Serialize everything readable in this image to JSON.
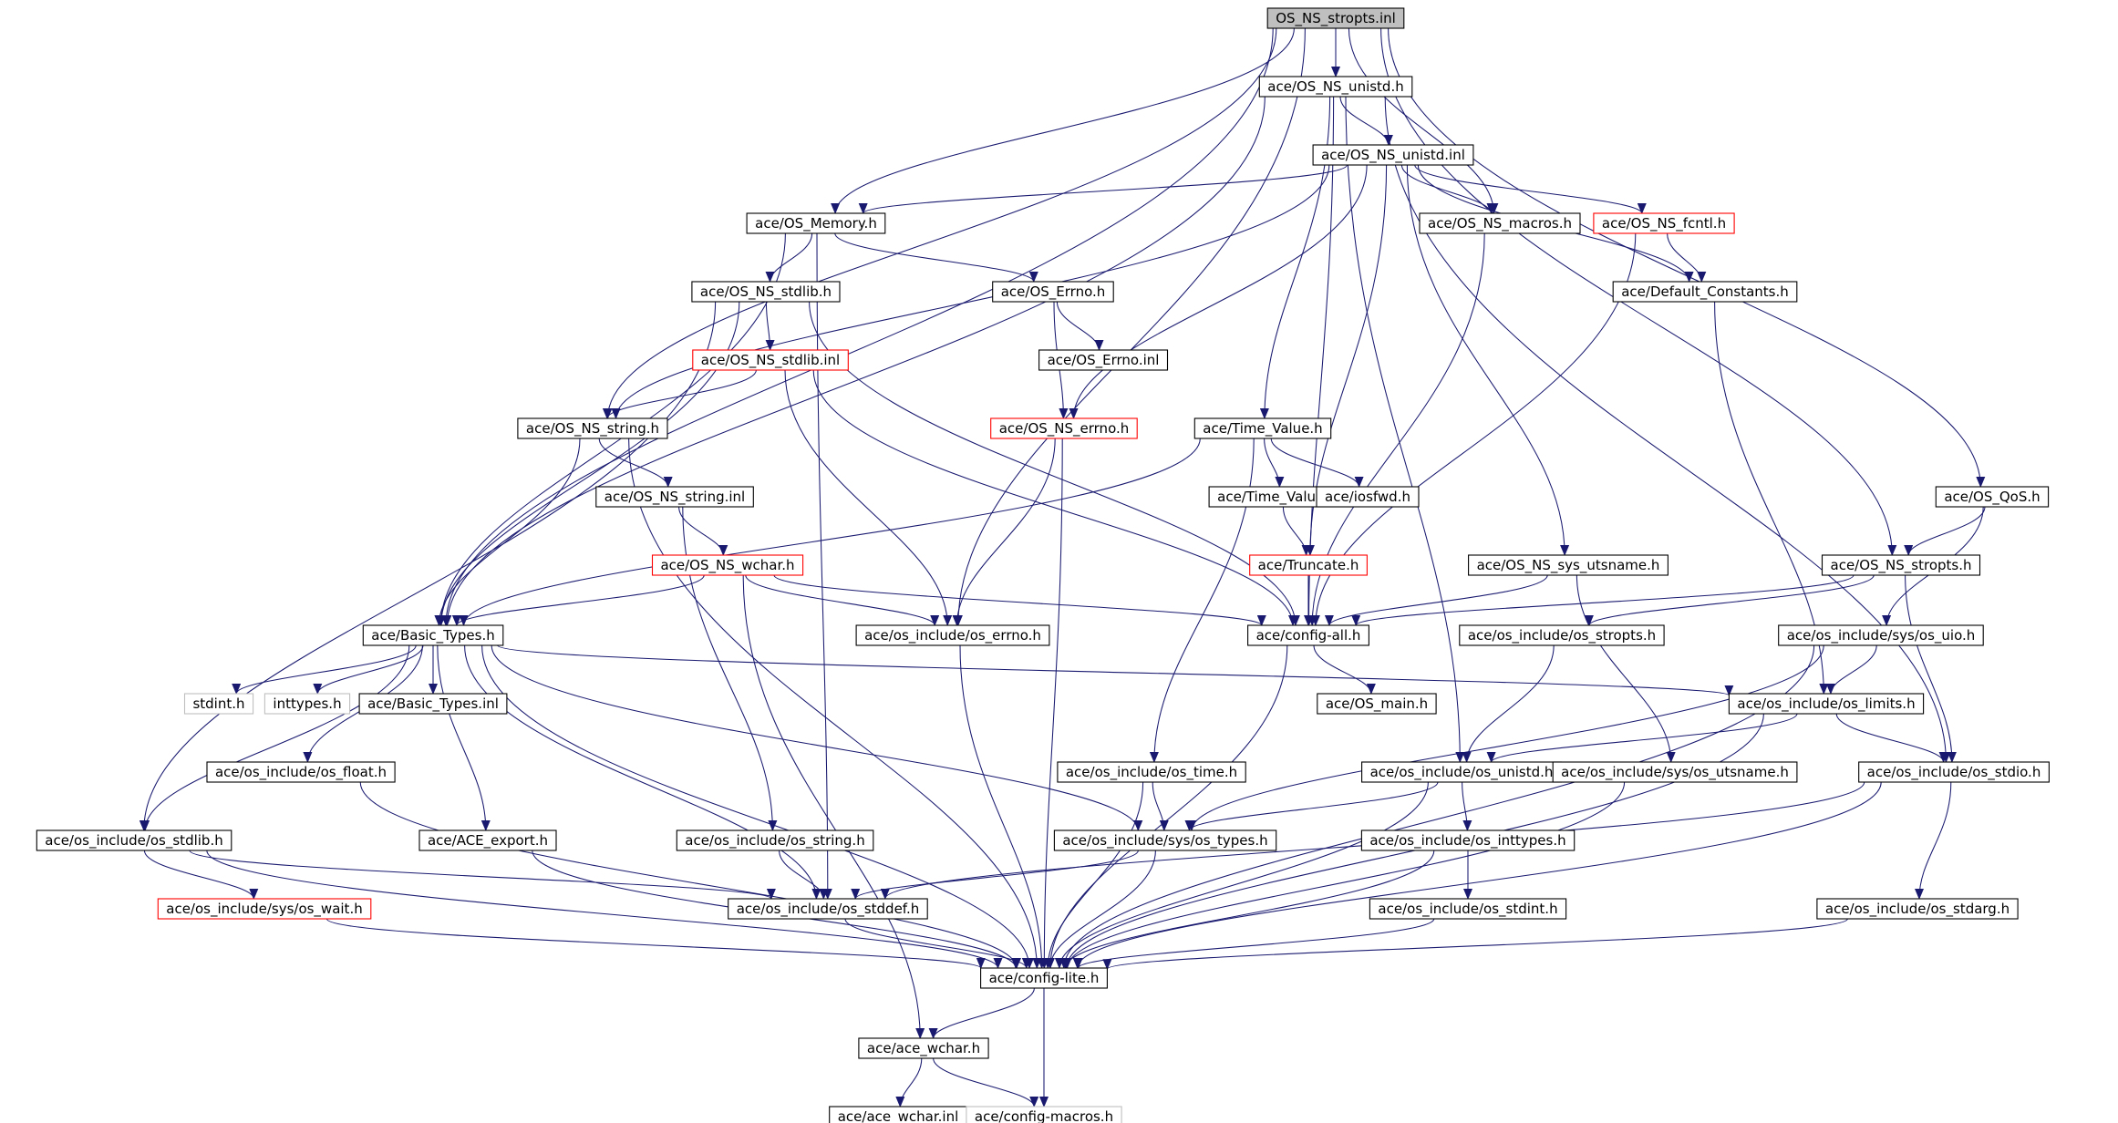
{
  "diagram": {
    "edge_color": "#191970",
    "root_fill": "#bfbfbf",
    "nodes": [
      {
        "id": "root",
        "label": "OS_NS_stropts.inl",
        "style": "root"
      },
      {
        "id": "unistd_h",
        "label": "ace/OS_NS_unistd.h",
        "style": "normal"
      },
      {
        "id": "unistd_inl",
        "label": "ace/OS_NS_unistd.inl",
        "style": "normal"
      },
      {
        "id": "memory",
        "label": "ace/OS_Memory.h",
        "style": "normal"
      },
      {
        "id": "macros",
        "label": "ace/OS_NS_macros.h",
        "style": "normal"
      },
      {
        "id": "fcntl",
        "label": "ace/OS_NS_fcntl.h",
        "style": "red"
      },
      {
        "id": "stdlib_h",
        "label": "ace/OS_NS_stdlib.h",
        "style": "normal"
      },
      {
        "id": "errno_h",
        "label": "ace/OS_Errno.h",
        "style": "normal"
      },
      {
        "id": "defconst",
        "label": "ace/Default_Constants.h",
        "style": "normal"
      },
      {
        "id": "stdlib_inl",
        "label": "ace/OS_NS_stdlib.inl",
        "style": "red"
      },
      {
        "id": "errno_inl",
        "label": "ace/OS_Errno.inl",
        "style": "normal"
      },
      {
        "id": "string_h",
        "label": "ace/OS_NS_string.h",
        "style": "normal"
      },
      {
        "id": "nserrno",
        "label": "ace/OS_NS_errno.h",
        "style": "red"
      },
      {
        "id": "timevalue",
        "label": "ace/Time_Value.h",
        "style": "normal"
      },
      {
        "id": "string_inl",
        "label": "ace/OS_NS_string.inl",
        "style": "normal"
      },
      {
        "id": "tv_inl",
        "label": "ace/Time_Value.inl",
        "style": "normal"
      },
      {
        "id": "iosfwd",
        "label": "ace/iosfwd.h",
        "style": "normal"
      },
      {
        "id": "qos",
        "label": "ace/OS_QoS.h",
        "style": "normal"
      },
      {
        "id": "wchar_h",
        "label": "ace/OS_NS_wchar.h",
        "style": "red"
      },
      {
        "id": "truncate",
        "label": "ace/Truncate.h",
        "style": "red"
      },
      {
        "id": "utsname",
        "label": "ace/OS_NS_sys_utsname.h",
        "style": "normal"
      },
      {
        "id": "stropts_h",
        "label": "ace/OS_NS_stropts.h",
        "style": "normal"
      },
      {
        "id": "basic",
        "label": "ace/Basic_Types.h",
        "style": "normal"
      },
      {
        "id": "oserrno",
        "label": "ace/os_include/os_errno.h",
        "style": "normal"
      },
      {
        "id": "configall",
        "label": "ace/config-all.h",
        "style": "normal"
      },
      {
        "id": "os_stropts",
        "label": "ace/os_include/os_stropts.h",
        "style": "normal"
      },
      {
        "id": "uio",
        "label": "ace/os_include/sys/os_uio.h",
        "style": "normal"
      },
      {
        "id": "stdint_std",
        "label": "stdint.h",
        "style": "gray"
      },
      {
        "id": "inttypes_std",
        "label": "inttypes.h",
        "style": "gray"
      },
      {
        "id": "basic_inl",
        "label": "ace/Basic_Types.inl",
        "style": "normal"
      },
      {
        "id": "osmain",
        "label": "ace/OS_main.h",
        "style": "normal"
      },
      {
        "id": "limits",
        "label": "ace/os_include/os_limits.h",
        "style": "normal"
      },
      {
        "id": "float",
        "label": "ace/os_include/os_float.h",
        "style": "normal"
      },
      {
        "id": "time",
        "label": "ace/os_include/os_time.h",
        "style": "normal"
      },
      {
        "id": "os_unistd",
        "label": "ace/os_include/os_unistd.h",
        "style": "normal"
      },
      {
        "id": "sys_utsname",
        "label": "ace/os_include/sys/os_utsname.h",
        "style": "normal"
      },
      {
        "id": "stdio",
        "label": "ace/os_include/os_stdio.h",
        "style": "normal"
      },
      {
        "id": "os_stdlib",
        "label": "ace/os_include/os_stdlib.h",
        "style": "normal"
      },
      {
        "id": "export",
        "label": "ace/ACE_export.h",
        "style": "normal"
      },
      {
        "id": "os_string",
        "label": "ace/os_include/os_string.h",
        "style": "normal"
      },
      {
        "id": "types",
        "label": "ace/os_include/sys/os_types.h",
        "style": "normal"
      },
      {
        "id": "inttypes",
        "label": "ace/os_include/os_inttypes.h",
        "style": "normal"
      },
      {
        "id": "wait",
        "label": "ace/os_include/sys/os_wait.h",
        "style": "red"
      },
      {
        "id": "stddef",
        "label": "ace/os_include/os_stddef.h",
        "style": "normal"
      },
      {
        "id": "os_stdint",
        "label": "ace/os_include/os_stdint.h",
        "style": "normal"
      },
      {
        "id": "stdarg",
        "label": "ace/os_include/os_stdarg.h",
        "style": "normal"
      },
      {
        "id": "configlite",
        "label": "ace/config-lite.h",
        "style": "normal"
      },
      {
        "id": "ace_wchar",
        "label": "ace/ace_wchar.h",
        "style": "normal"
      },
      {
        "id": "ace_wchar_inl",
        "label": "ace/ace_wchar.inl",
        "style": "normal"
      },
      {
        "id": "configmacros",
        "label": "ace/config-macros.h",
        "style": "gray"
      }
    ],
    "edges": [
      [
        "root",
        "unistd_h"
      ],
      [
        "root",
        "memory"
      ],
      [
        "root",
        "macros"
      ],
      [
        "root",
        "string_h"
      ],
      [
        "root",
        "basic"
      ],
      [
        "root",
        "oserrno"
      ],
      [
        "root",
        "qos"
      ],
      [
        "root",
        "stropts_h"
      ],
      [
        "unistd_h",
        "unistd_inl"
      ],
      [
        "unistd_h",
        "basic"
      ],
      [
        "unistd_h",
        "configall"
      ],
      [
        "unistd_h",
        "timevalue"
      ],
      [
        "unistd_h",
        "os_unistd"
      ],
      [
        "unistd_h",
        "stdio"
      ],
      [
        "unistd_inl",
        "memory"
      ],
      [
        "unistd_inl",
        "macros"
      ],
      [
        "unistd_inl",
        "fcntl"
      ],
      [
        "unistd_inl",
        "defconst"
      ],
      [
        "unistd_inl",
        "string_h"
      ],
      [
        "unistd_inl",
        "nserrno"
      ],
      [
        "unistd_inl",
        "truncate"
      ],
      [
        "unistd_inl",
        "utsname"
      ],
      [
        "memory",
        "stdlib_h"
      ],
      [
        "memory",
        "errno_h"
      ],
      [
        "memory",
        "basic"
      ],
      [
        "memory",
        "stddef"
      ],
      [
        "macros",
        "configall"
      ],
      [
        "fcntl",
        "defconst"
      ],
      [
        "fcntl",
        "configall"
      ],
      [
        "defconst",
        "limits"
      ],
      [
        "stdlib_h",
        "stdlib_inl"
      ],
      [
        "stdlib_h",
        "basic"
      ],
      [
        "stdlib_h",
        "os_stdlib"
      ],
      [
        "stdlib_h",
        "configall"
      ],
      [
        "errno_h",
        "errno_inl"
      ],
      [
        "errno_h",
        "nserrno"
      ],
      [
        "stdlib_inl",
        "string_h"
      ],
      [
        "stdlib_inl",
        "oserrno"
      ],
      [
        "stdlib_inl",
        "configall"
      ],
      [
        "string_h",
        "string_inl"
      ],
      [
        "string_h",
        "basic"
      ],
      [
        "string_h",
        "configlite"
      ],
      [
        "nserrno",
        "oserrno"
      ],
      [
        "nserrno",
        "configlite"
      ],
      [
        "timevalue",
        "tv_inl"
      ],
      [
        "timevalue",
        "iosfwd"
      ],
      [
        "timevalue",
        "basic"
      ],
      [
        "timevalue",
        "time"
      ],
      [
        "tv_inl",
        "truncate"
      ],
      [
        "truncate",
        "configall"
      ],
      [
        "string_inl",
        "wchar_h"
      ],
      [
        "string_inl",
        "os_string"
      ],
      [
        "wchar_h",
        "basic"
      ],
      [
        "wchar_h",
        "oserrno"
      ],
      [
        "wchar_h",
        "configall"
      ],
      [
        "wchar_h",
        "ace_wchar"
      ],
      [
        "qos",
        "stropts_h"
      ],
      [
        "qos",
        "uio"
      ],
      [
        "stropts_h",
        "configall"
      ],
      [
        "stropts_h",
        "os_stropts"
      ],
      [
        "stropts_h",
        "stdio"
      ],
      [
        "utsname",
        "configall"
      ],
      [
        "utsname",
        "sys_utsname"
      ],
      [
        "basic",
        "stdint_std"
      ],
      [
        "basic",
        "inttypes_std"
      ],
      [
        "basic",
        "basic_inl"
      ],
      [
        "basic",
        "float"
      ],
      [
        "basic",
        "os_stdlib"
      ],
      [
        "basic",
        "export"
      ],
      [
        "basic",
        "limits"
      ],
      [
        "basic",
        "types"
      ],
      [
        "basic",
        "stddef"
      ],
      [
        "basic",
        "configlite"
      ],
      [
        "oserrno",
        "configlite"
      ],
      [
        "configall",
        "osmain"
      ],
      [
        "configall",
        "configlite"
      ],
      [
        "os_stropts",
        "os_unistd"
      ],
      [
        "uio",
        "limits"
      ],
      [
        "uio",
        "types"
      ],
      [
        "uio",
        "configlite"
      ],
      [
        "limits",
        "os_unistd"
      ],
      [
        "limits",
        "stdio"
      ],
      [
        "limits",
        "configlite"
      ],
      [
        "float",
        "configlite"
      ],
      [
        "time",
        "types"
      ],
      [
        "time",
        "configlite"
      ],
      [
        "os_unistd",
        "types"
      ],
      [
        "os_unistd",
        "inttypes"
      ],
      [
        "os_unistd",
        "configlite"
      ],
      [
        "sys_utsname",
        "configlite"
      ],
      [
        "stdio",
        "stddef"
      ],
      [
        "stdio",
        "stdarg"
      ],
      [
        "stdio",
        "configlite"
      ],
      [
        "os_stdlib",
        "wait"
      ],
      [
        "os_stdlib",
        "stddef"
      ],
      [
        "os_stdlib",
        "configlite"
      ],
      [
        "export",
        "configlite"
      ],
      [
        "os_string",
        "stddef"
      ],
      [
        "types",
        "stddef"
      ],
      [
        "types",
        "configlite"
      ],
      [
        "inttypes",
        "os_stdint"
      ],
      [
        "inttypes",
        "configlite"
      ],
      [
        "wait",
        "configlite"
      ],
      [
        "stddef",
        "configlite"
      ],
      [
        "os_stdint",
        "configlite"
      ],
      [
        "stdarg",
        "configlite"
      ],
      [
        "configlite",
        "ace_wchar"
      ],
      [
        "configlite",
        "configmacros"
      ],
      [
        "ace_wchar",
        "ace_wchar_inl"
      ],
      [
        "ace_wchar",
        "configmacros"
      ]
    ]
  }
}
